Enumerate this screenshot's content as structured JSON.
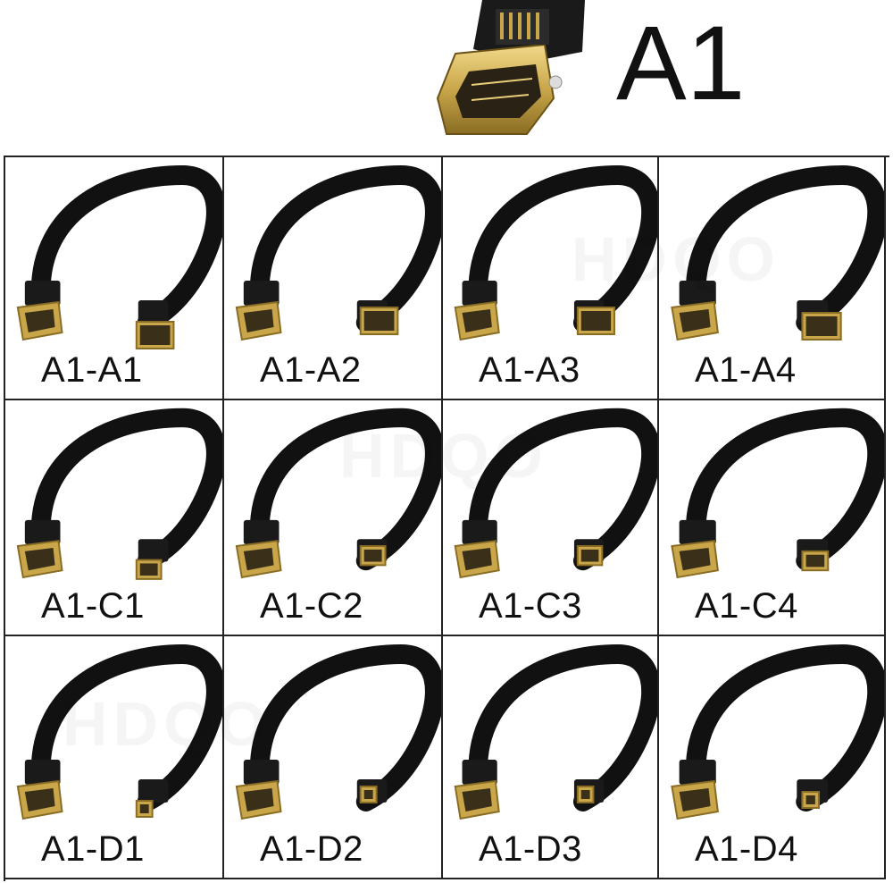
{
  "hero": {
    "label": "A1",
    "connector_icon": "hdmi-a-male-connector-icon"
  },
  "watermark": "HDQO",
  "colors": {
    "cable": "#111111",
    "gold": "#c9a64a",
    "gold_dark": "#8a6d24",
    "border": "#222222"
  },
  "variants": [
    {
      "label": "A1-A1",
      "end": "A1"
    },
    {
      "label": "A1-A2",
      "end": "A2"
    },
    {
      "label": "A1-A3",
      "end": "A3"
    },
    {
      "label": "A1-A4",
      "end": "A4"
    },
    {
      "label": "A1-C1",
      "end": "C1"
    },
    {
      "label": "A1-C2",
      "end": "C2"
    },
    {
      "label": "A1-C3",
      "end": "C3"
    },
    {
      "label": "A1-C4",
      "end": "C4"
    },
    {
      "label": "A1-D1",
      "end": "D1"
    },
    {
      "label": "A1-D2",
      "end": "D2"
    },
    {
      "label": "A1-D3",
      "end": "D3"
    },
    {
      "label": "A1-D4",
      "end": "D4"
    }
  ]
}
